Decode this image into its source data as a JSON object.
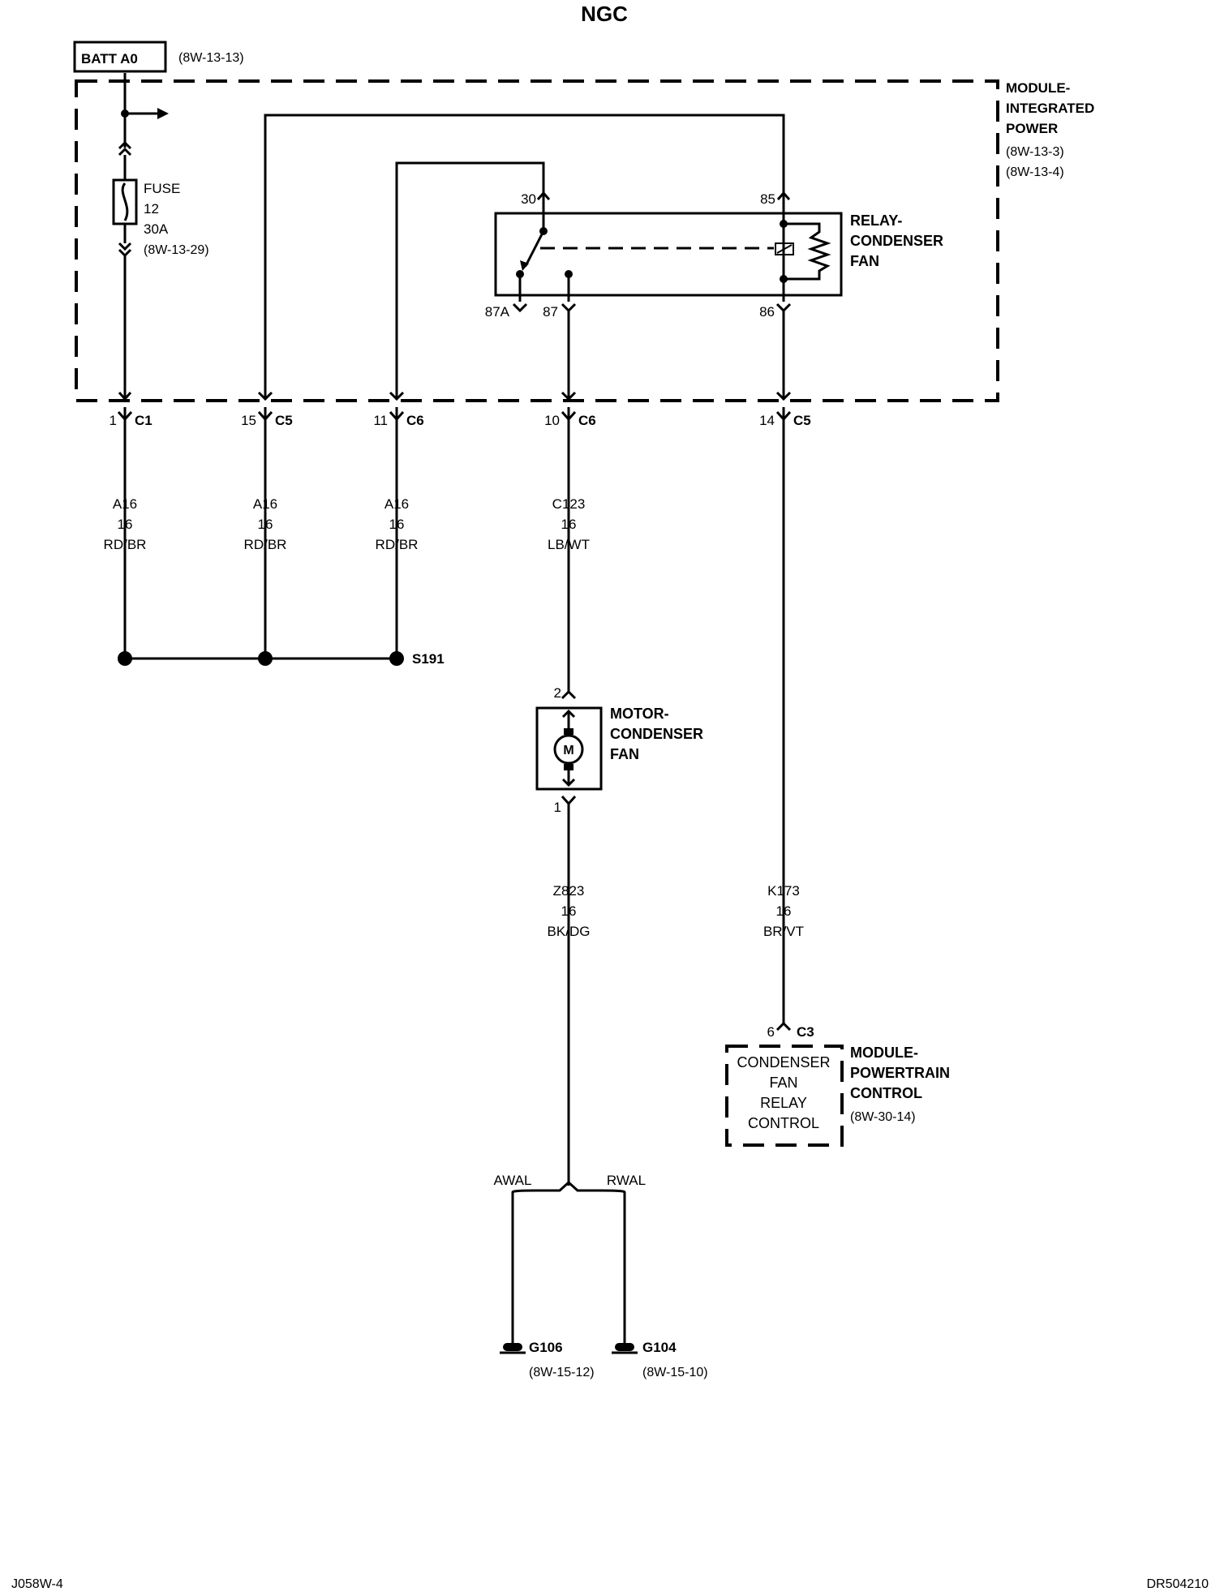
{
  "title": "NGC",
  "batt": {
    "label": "BATT A0",
    "ref": "(8W-13-13)"
  },
  "ipm": {
    "name1": "MODULE-",
    "name2": "INTEGRATED",
    "name3": "POWER",
    "ref1": "(8W-13-3)",
    "ref2": "(8W-13-4)"
  },
  "fuse": {
    "l1": "FUSE",
    "l2": "12",
    "l3": "30A",
    "l4": "(8W-13-29)"
  },
  "relay": {
    "name1": "RELAY-",
    "name2": "CONDENSER",
    "name3": "FAN",
    "pin30": "30",
    "pin85": "85",
    "pin87a": "87A",
    "pin87": "87",
    "pin86": "86"
  },
  "connectors": [
    {
      "pin": "1",
      "conn": "C1"
    },
    {
      "pin": "15",
      "conn": "C5"
    },
    {
      "pin": "11",
      "conn": "C6"
    },
    {
      "pin": "10",
      "conn": "C6"
    },
    {
      "pin": "14",
      "conn": "C5"
    }
  ],
  "wires": [
    {
      "circuit": "A16",
      "gauge": "16",
      "color": "RD/BR"
    },
    {
      "circuit": "A16",
      "gauge": "16",
      "color": "RD/BR"
    },
    {
      "circuit": "A16",
      "gauge": "16",
      "color": "RD/BR"
    },
    {
      "circuit": "C123",
      "gauge": "16",
      "color": "LB/WT"
    },
    {
      "circuit": "K173",
      "gauge": "16",
      "color": "BR/VT"
    },
    {
      "circuit": "Z823",
      "gauge": "16",
      "color": "BK/DG"
    }
  ],
  "splice": "S191",
  "motor": {
    "symbol": "M",
    "name1": "MOTOR-",
    "name2": "CONDENSER",
    "name3": "FAN",
    "pin2": "2",
    "pin1": "1"
  },
  "pcm": {
    "pin": "6",
    "conn": "C3",
    "box1": "CONDENSER",
    "box2": "FAN",
    "box3": "RELAY",
    "box4": "CONTROL",
    "name1": "MODULE-",
    "name2": "POWERTRAIN",
    "name3": "CONTROL",
    "ref": "(8W-30-14)"
  },
  "branch": {
    "left": "AWAL",
    "right": "RWAL"
  },
  "grounds": [
    {
      "name": "G106",
      "ref": "(8W-15-12)"
    },
    {
      "name": "G104",
      "ref": "(8W-15-10)"
    }
  ],
  "footer": {
    "left": "J058W-4",
    "right": "DR504210"
  }
}
